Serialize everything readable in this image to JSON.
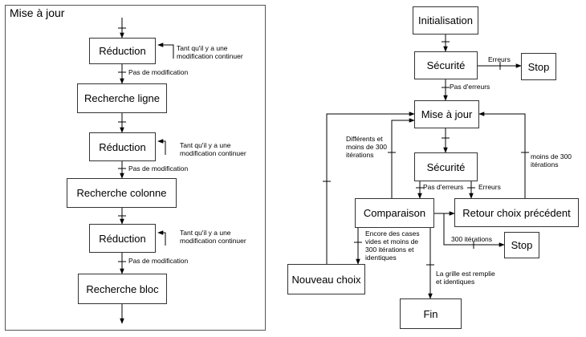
{
  "left": {
    "title": "Mise à jour",
    "nodes": {
      "reduction_1": "Réduction",
      "recherche_ligne": "Recherche ligne",
      "reduction_2": "Réduction",
      "recherche_colonne": "Recherche colonne",
      "reduction_3": "Réduction",
      "recherche_bloc": "Recherche bloc"
    },
    "labels": {
      "loop_1": [
        "Tant qu'il y a une",
        "modification continuer"
      ],
      "loop_2": [
        "Tant qu'il y a une",
        "modification continuer"
      ],
      "loop_3": [
        "Tant qu'il y a une",
        "modification continuer"
      ],
      "no_change_1": "Pas de modification",
      "no_change_2": "Pas de modification",
      "no_change_3": "Pas de modification"
    }
  },
  "right": {
    "nodes": {
      "initialisation": "Initialisation",
      "securite_1": "Sécurité",
      "stop_1": "Stop",
      "mise_a_jour": "Mise à jour",
      "securite_2": "Sécurité",
      "comparaison": "Comparaison",
      "retour": "Retour choix précédent",
      "stop_2": "Stop",
      "nouveau_choix": "Nouveau choix",
      "fin": "Fin"
    },
    "labels": {
      "erreurs_1": "Erreurs",
      "pas_erreurs_1": "Pas d'erreurs",
      "differents": [
        "Différents et",
        "moins de 300",
        "itérations"
      ],
      "moins_300": [
        "moins de 300",
        "itérations"
      ],
      "pas_erreurs_2": "Pas d'erreurs",
      "erreurs_2": "Erreurs",
      "iterations_300": "300 itérations",
      "encore": [
        "Encore des cases",
        "vides et moins de",
        "300 itérations et",
        "identiques"
      ],
      "grille": [
        "La grille est remplie",
        "et identiques"
      ]
    }
  }
}
